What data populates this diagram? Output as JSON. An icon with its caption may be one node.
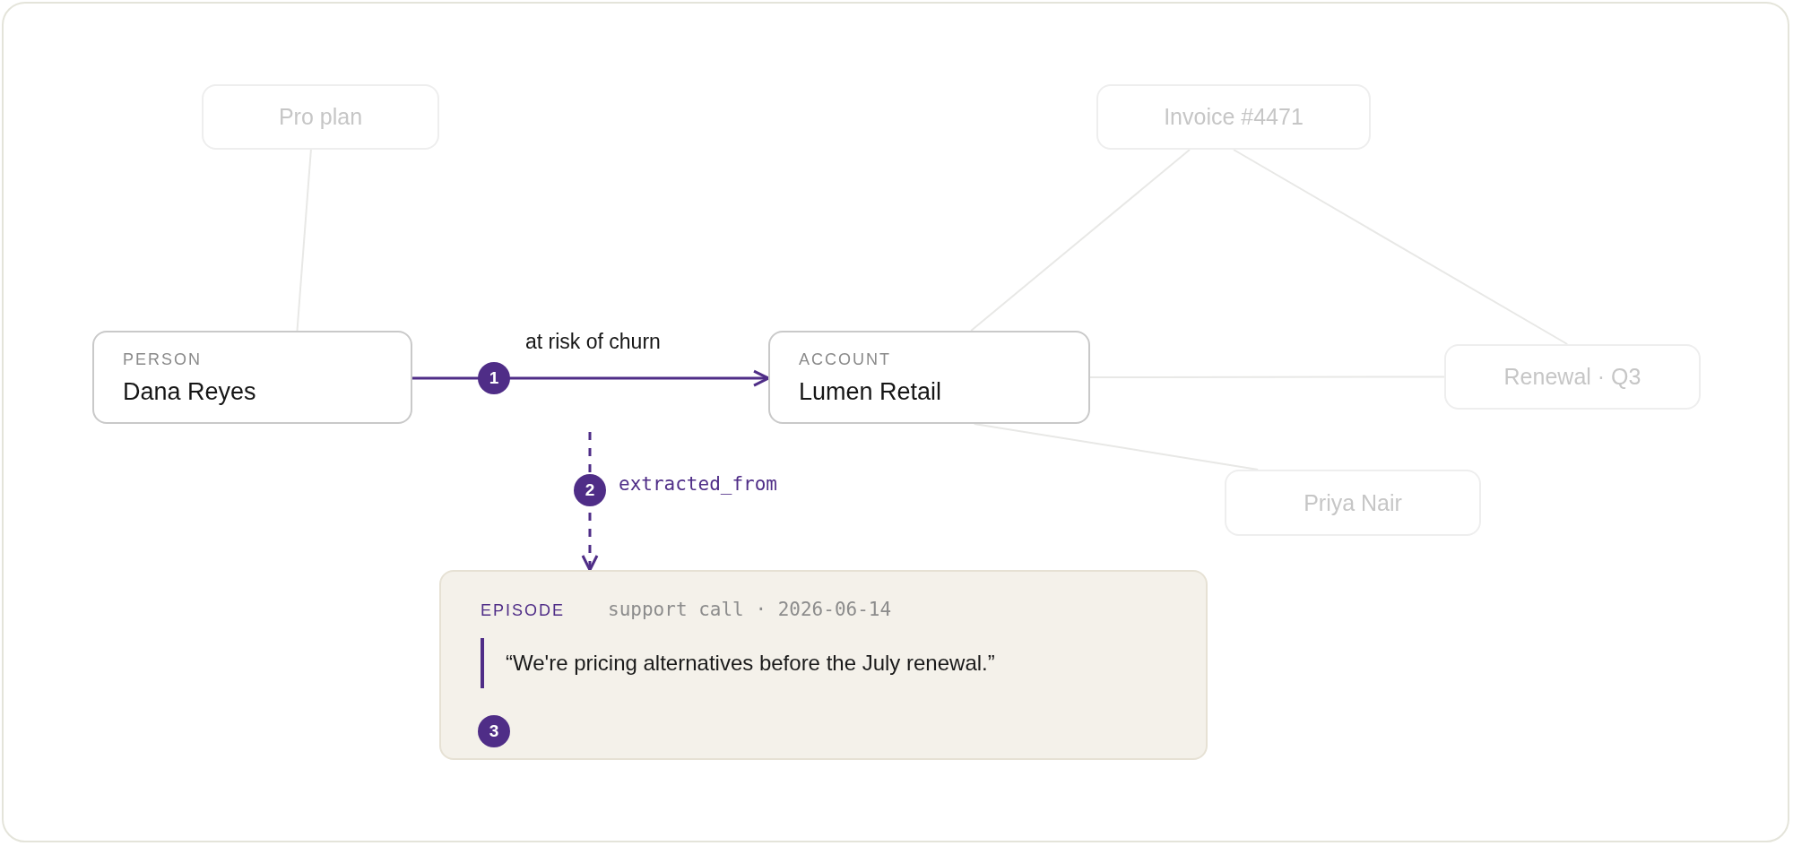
{
  "diagram": {
    "nodes": [
      {
        "text": [
          "Pro plan"
        ]
      },
      {
        "text": [
          "Invoice #4471"
        ]
      },
      {
        "text": [
          "PERSON",
          "Dana Reyes"
        ]
      },
      {
        "text": [
          "ACCOUNT",
          "Lumen Retail"
        ]
      },
      {
        "text": [
          "Renewal · Q3"
        ]
      },
      {
        "text": [
          "Priya Nair"
        ]
      },
      {
        "text": [
          "EPISODE",
          "support call · 2026-06-14",
          "“We're pricing alternatives before the July renewal.”"
        ]
      }
    ],
    "edges": [
      {
        "from": 0,
        "to": 2,
        "arrow": "none"
      },
      {
        "from": 1,
        "to": 3,
        "arrow": "none"
      },
      {
        "from": 1,
        "to": 4,
        "arrow": "none"
      },
      {
        "from": 2,
        "to": 3,
        "arrow": "to",
        "label": "at risk of churn",
        "color": "#4f2d87"
      },
      {
        "from": 3,
        "to": 4,
        "arrow": "none"
      },
      {
        "from": 3,
        "to": 5,
        "arrow": "none"
      },
      {
        "from": null,
        "to": 6,
        "arrow": "to",
        "label": "extracted_from",
        "style": "dashed",
        "color": "#4f2d87"
      }
    ],
    "labels": [
      "1",
      "2",
      "3"
    ]
  }
}
